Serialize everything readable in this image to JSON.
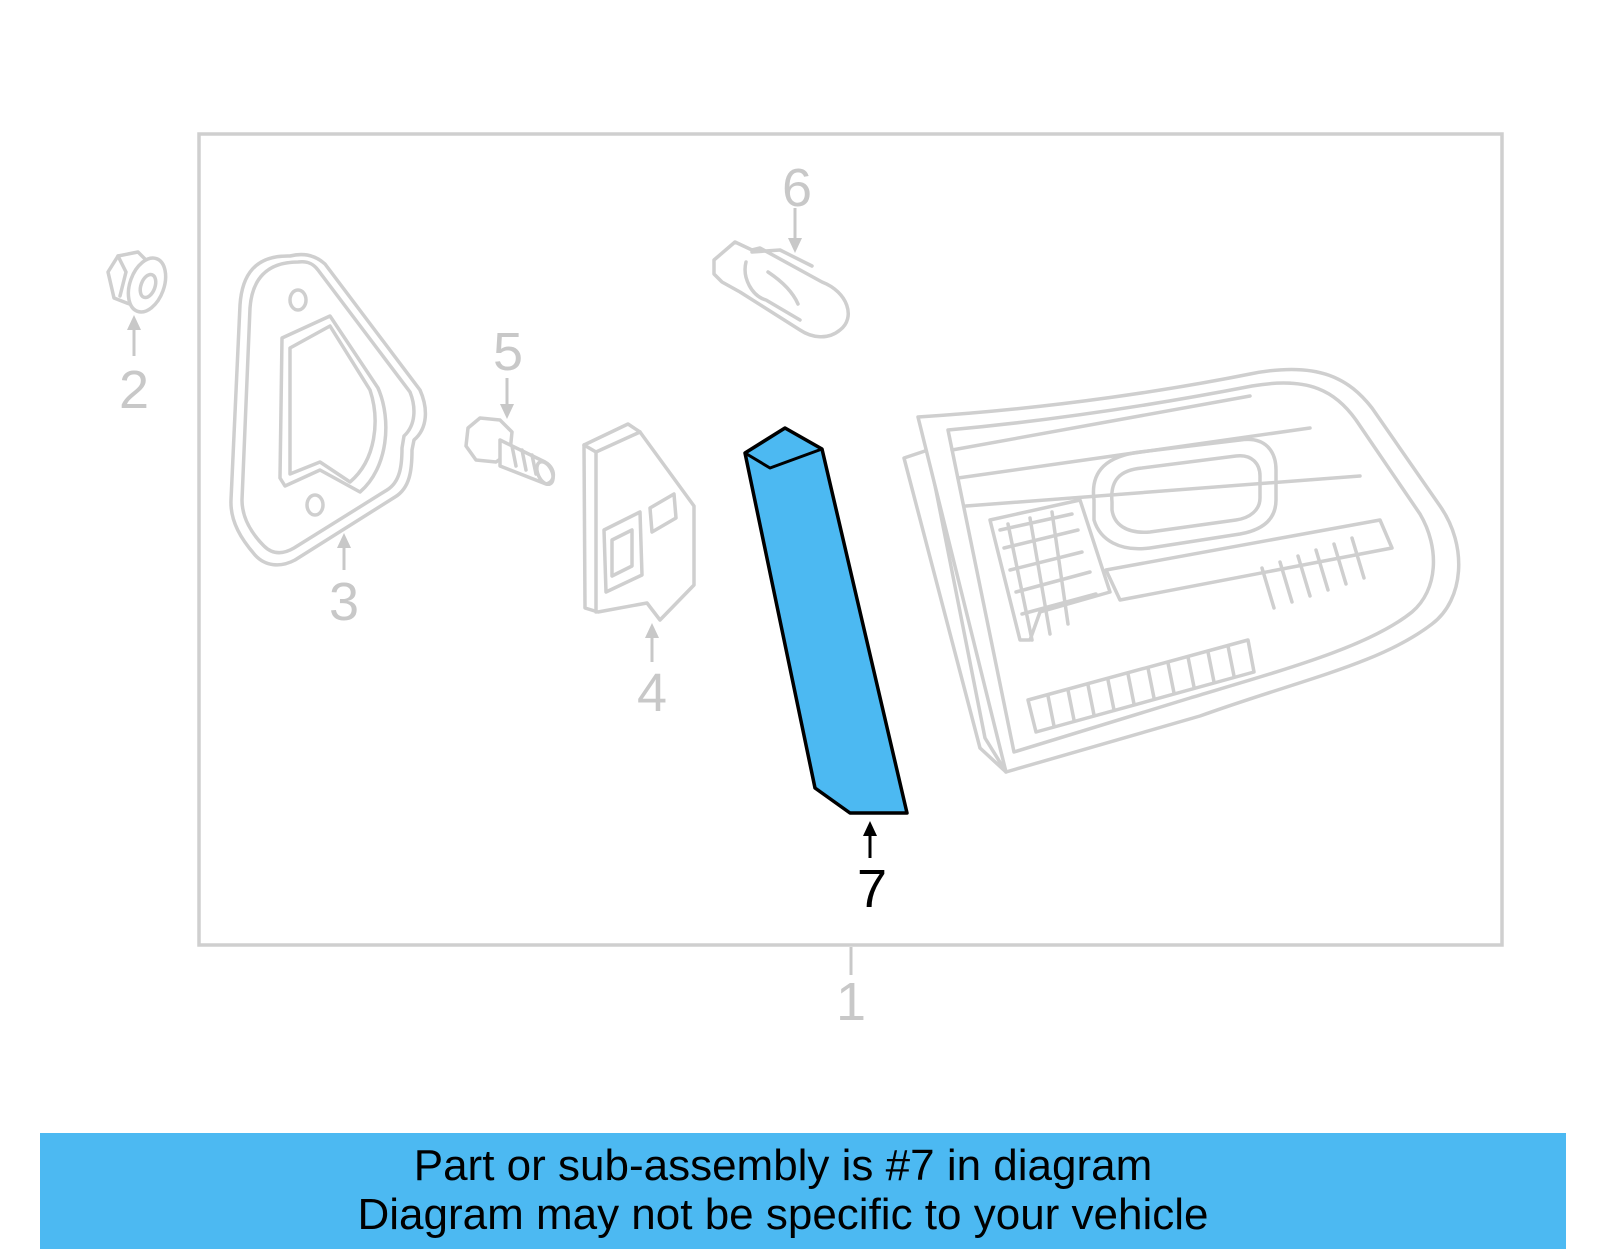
{
  "callouts": {
    "c1": "1",
    "c2": "2",
    "c3": "3",
    "c4": "4",
    "c5": "5",
    "c6": "6",
    "c7": "7"
  },
  "highlight_color": "#4cb9f2",
  "caption": {
    "line1": "Part or sub-assembly is #7 in diagram",
    "line2": "Diagram may not be specific to your vehicle"
  }
}
